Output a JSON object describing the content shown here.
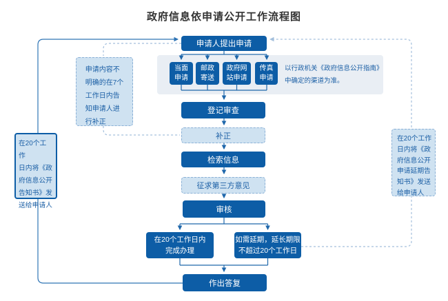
{
  "title": "政府信息依申请公开工作流程图",
  "flow": {
    "apply": "申请人提出申请",
    "channels": [
      "当面\n申请",
      "邮政\n寄送",
      "政府网\n站申请",
      "传真\n申请"
    ],
    "channel_note": "以行政机关《政府信息公开指南》\n中确定的渠道为准。",
    "register": "登记审查",
    "correction": "补正",
    "search": "检索信息",
    "third_party": "征求第三方意见",
    "review": "审核",
    "complete": "在20个工作日内\n完成办理",
    "extend": "如需延期，延长期限\n不超过20个工作日",
    "reply": "作出答复"
  },
  "side_notes": {
    "unclear_content": "申请内容不\n明确的在7个\n工作日内告\n知申请人进\n行补正",
    "disclosure_notice": "在20个工作\n日内将《政\n府信息公开\n告知书》发\n送给申请人",
    "extension_notice": "在20个工作\n日内将《政\n府信息公开\n申请延期告\n知书》发送\n给申请人"
  },
  "colors": {
    "node_fill": "#0d5da6",
    "node_text": "#ffffff",
    "soft_fill": "#cfe2f1",
    "soft_border": "#8ab0d6",
    "soft_text": "#1b5fa5",
    "panel_fill": "#e9eef4",
    "connector": "#1e67ab",
    "rail_solid": "#2e74b5",
    "rail_dashed": "#a3bfdc",
    "title_text": "#333333"
  }
}
